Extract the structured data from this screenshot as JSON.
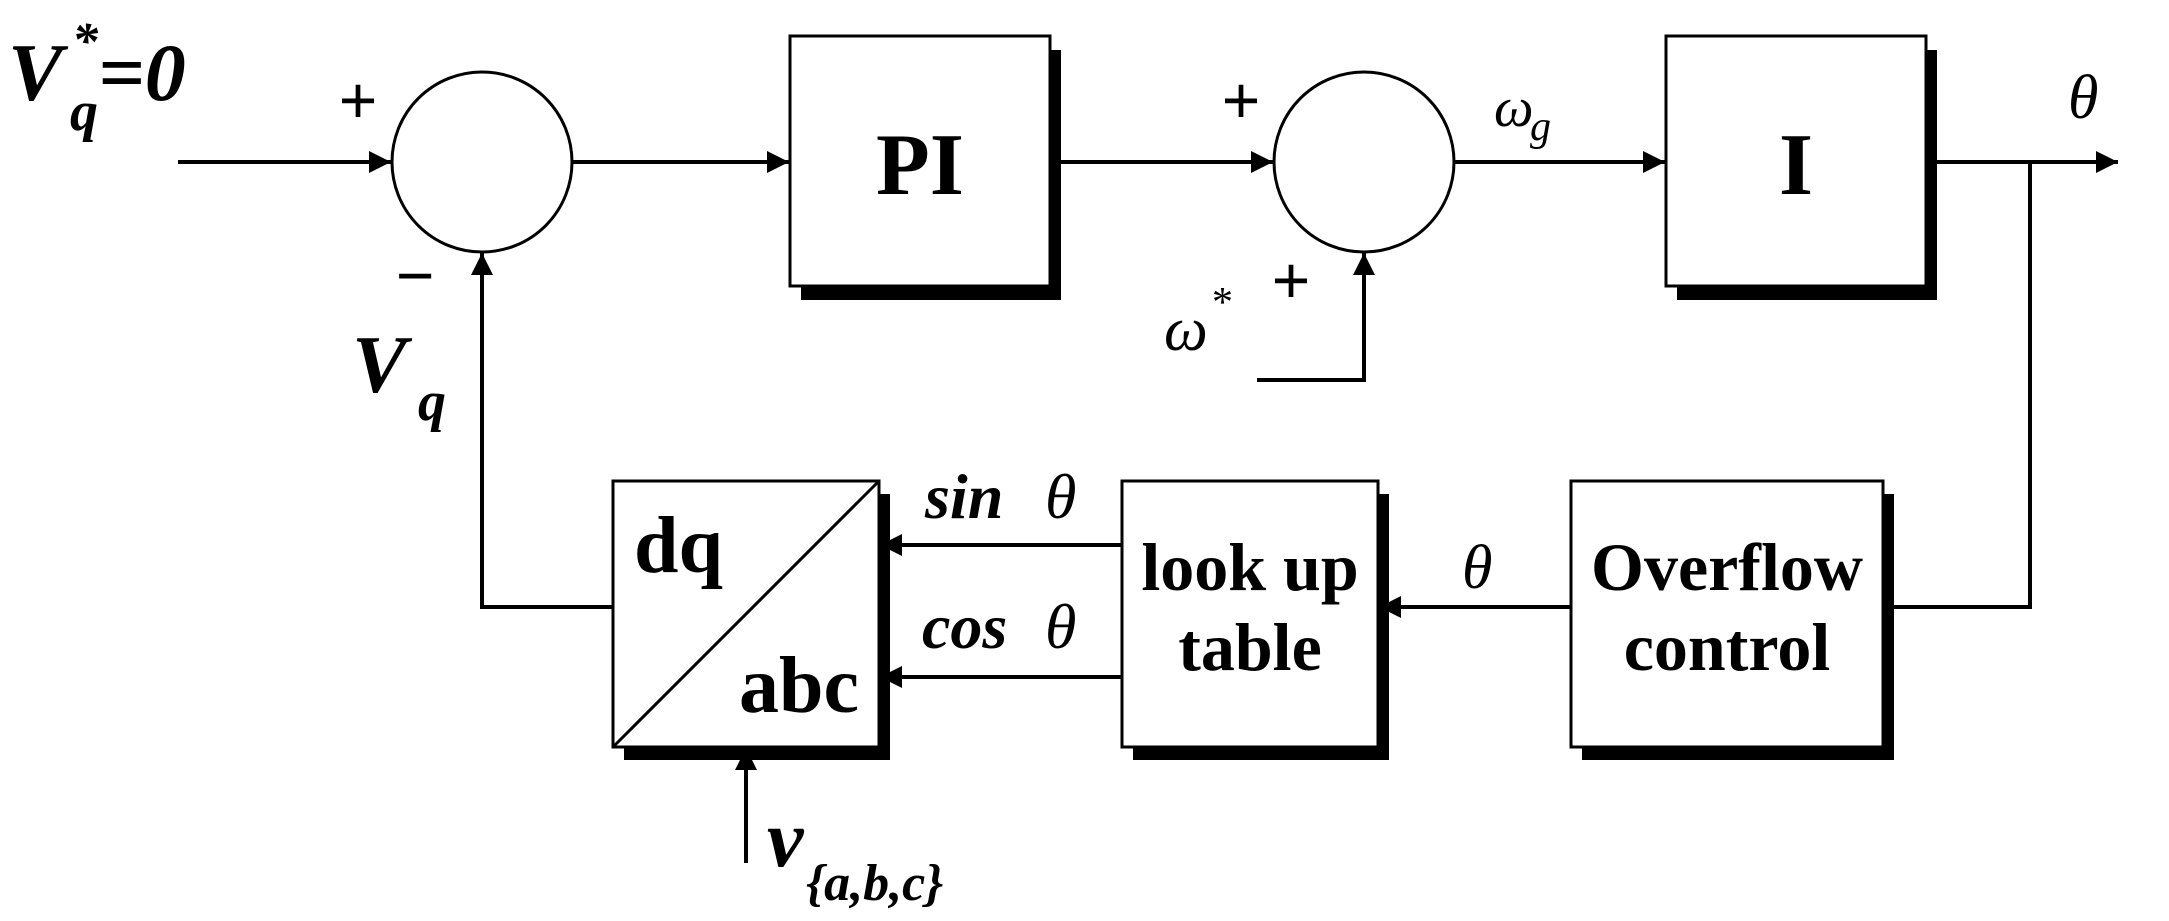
{
  "blocks": {
    "pi": "PI",
    "integrator": "I",
    "lookup_line1": "look up",
    "lookup_line2": "table",
    "overflow_line1": "Overflow",
    "overflow_line2": "control",
    "transform_top": "dq",
    "transform_bottom": "abc"
  },
  "signals": {
    "reference_main": "V",
    "reference_star": "*",
    "reference_sub": "q",
    "reference_value": "=0",
    "feedback_main": "V",
    "feedback_sub": "q",
    "omega_g_main": "ω",
    "omega_g_sub": "g",
    "omega_star_main": "ω",
    "omega_star_sup": "*",
    "theta_out": "θ",
    "theta_feedback": "θ",
    "sin_word": "sin",
    "sin_theta": "θ",
    "cos_word": "cos",
    "cos_theta": "θ",
    "v_main": "v",
    "v_sub": "{a,b,c}"
  },
  "signs": {
    "sum1_plus": "+",
    "sum1_minus": "−",
    "sum2_plus_top": "+",
    "sum2_plus_bottom": "+"
  }
}
